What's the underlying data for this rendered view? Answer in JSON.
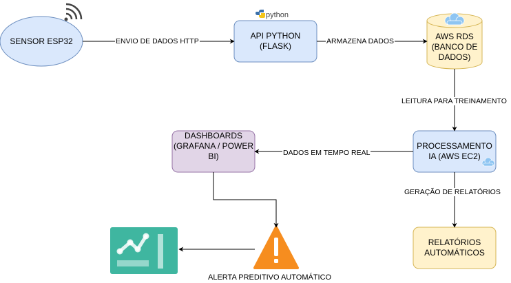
{
  "nodes": {
    "sensor": "SENSOR ESP32",
    "api": "API PYTHON\n(FLASK)",
    "rds": "AWS RDS\n(BANCO DE\nDADOS)",
    "ia": "PROCESSAMENTO\nIA (AWS EC2)",
    "dashboards": "DASHBOARDS\n(GRAFANA / POWER\nBI)",
    "relatorios": "RELATÓRIOS\nAUTOMÁTICOS"
  },
  "python_logo_text": "python",
  "edges": {
    "sensor_api": "ENVIO DE DADOS HTTP",
    "api_rds": "ARMAZENA DADOS",
    "rds_ia": "LEITURA PARA TREINAMENTO",
    "ia_dash": "DADOS EM TEMPO REAL",
    "ia_rel": "GERAÇÃO DE RELATÓRIOS"
  },
  "alert_label": "ALERTA PREDITIVO AUTOMÁTICO",
  "colors": {
    "blue_fill": "#dae8fc",
    "blue_stroke": "#6c8ebf",
    "cyl_fill": "#fff2cc",
    "cyl_stroke": "#d6b656",
    "purple_fill": "#e1d5e7",
    "purple_stroke": "#9673a6",
    "yellow_fill": "#fff2cc",
    "yellow_stroke": "#d6b656",
    "alert_orange": "#f68d1f",
    "chart_teal": "#3fb6a0",
    "cloud_blue": "#8ec5f2"
  }
}
